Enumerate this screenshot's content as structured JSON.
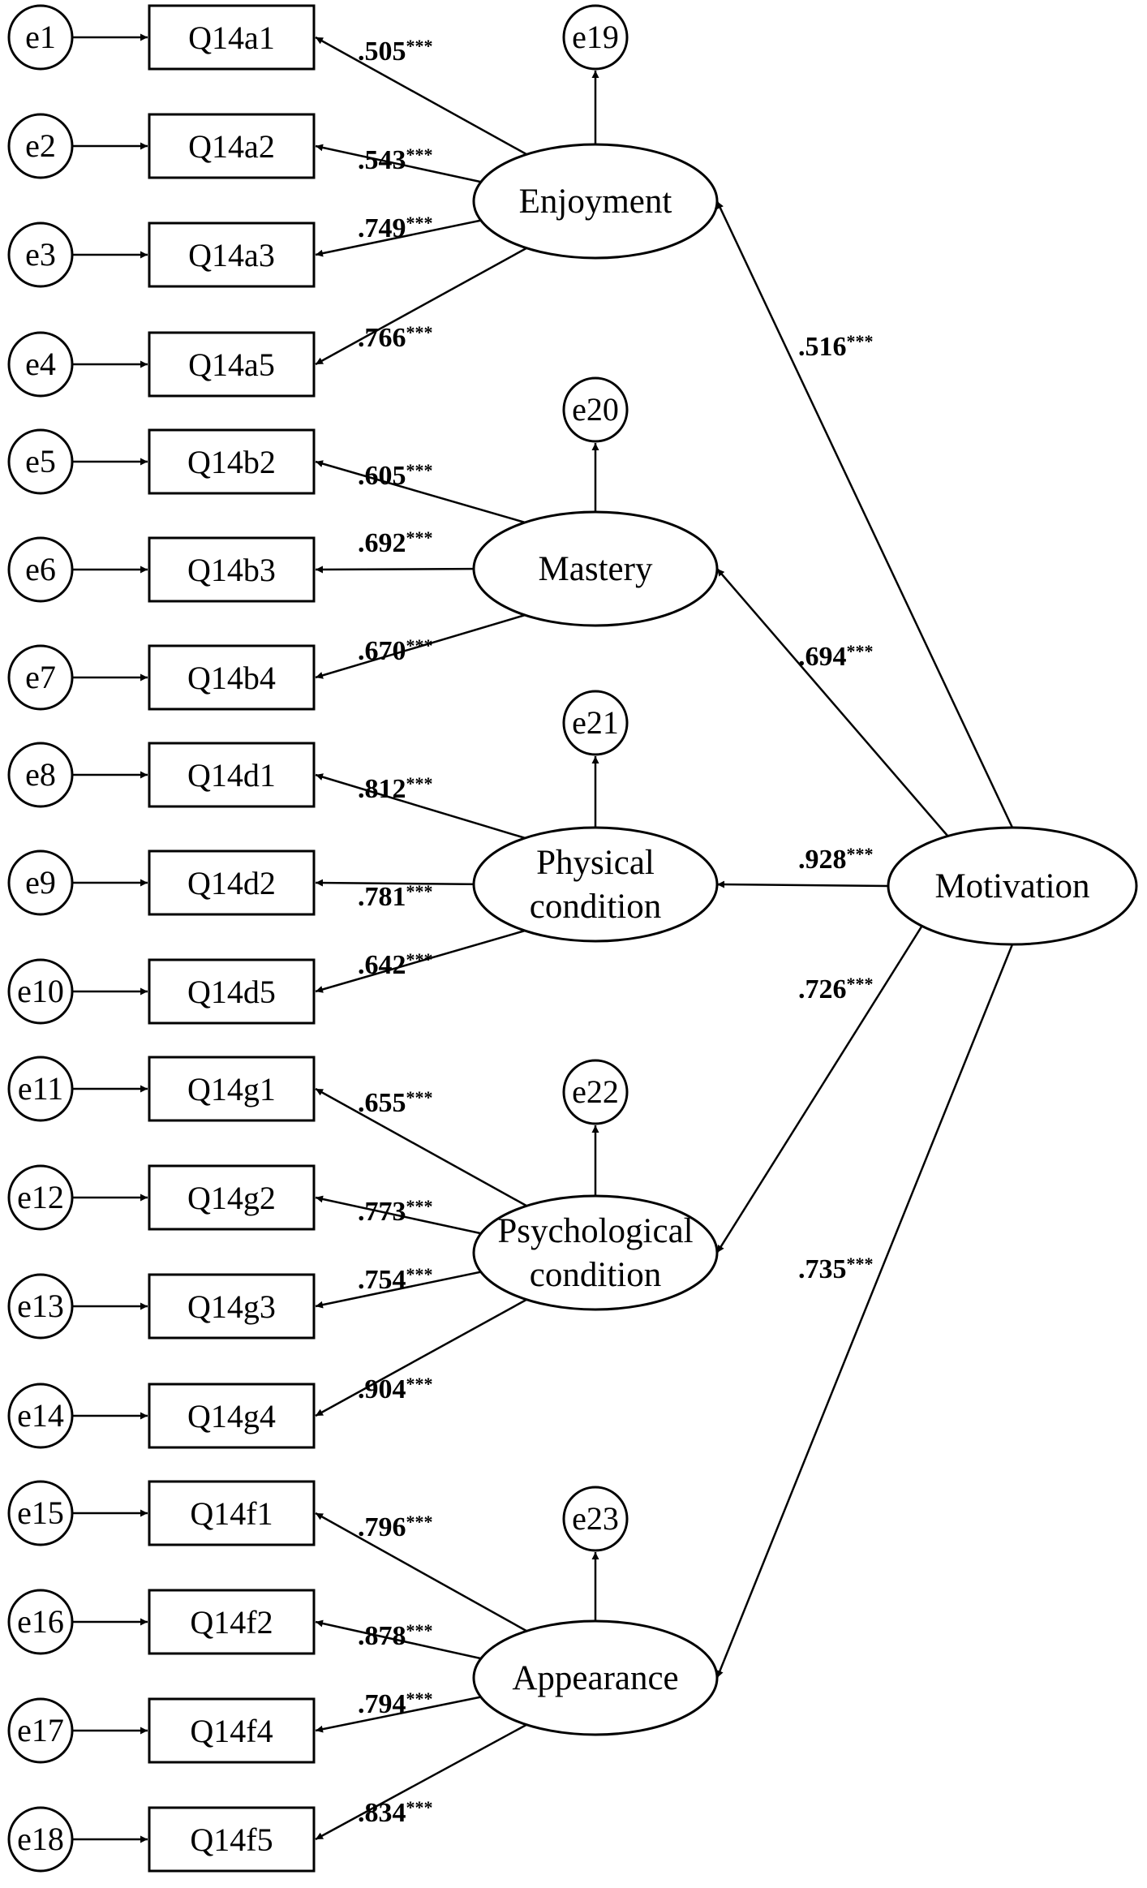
{
  "diagram": {
    "latents": [
      {
        "id": "Enjoyment",
        "lines": [
          "Enjoyment"
        ]
      },
      {
        "id": "Mastery",
        "lines": [
          "Mastery"
        ]
      },
      {
        "id": "Physical",
        "lines": [
          "Physical",
          "condition"
        ]
      },
      {
        "id": "Psychological",
        "lines": [
          "Psychological",
          "condition"
        ]
      },
      {
        "id": "Appearance",
        "lines": [
          "Appearance"
        ]
      },
      {
        "id": "Motivation",
        "lines": [
          "Motivation"
        ]
      }
    ],
    "items": [
      {
        "error": "e1",
        "label": "Q14a1",
        "factor": "Enjoyment",
        "coef": ".505",
        "sig": "***"
      },
      {
        "error": "e2",
        "label": "Q14a2",
        "factor": "Enjoyment",
        "coef": ".543",
        "sig": "***"
      },
      {
        "error": "e3",
        "label": "Q14a3",
        "factor": "Enjoyment",
        "coef": ".749",
        "sig": "***"
      },
      {
        "error": "e4",
        "label": "Q14a5",
        "factor": "Enjoyment",
        "coef": ".766",
        "sig": "***"
      },
      {
        "error": "e5",
        "label": "Q14b2",
        "factor": "Mastery",
        "coef": ".605",
        "sig": "***"
      },
      {
        "error": "e6",
        "label": "Q14b3",
        "factor": "Mastery",
        "coef": ".692",
        "sig": "***"
      },
      {
        "error": "e7",
        "label": "Q14b4",
        "factor": "Mastery",
        "coef": ".670",
        "sig": "***"
      },
      {
        "error": "e8",
        "label": "Q14d1",
        "factor": "Physical",
        "coef": ".812",
        "sig": "***"
      },
      {
        "error": "e9",
        "label": "Q14d2",
        "factor": "Physical",
        "coef": ".781",
        "sig": "***"
      },
      {
        "error": "e10",
        "label": "Q14d5",
        "factor": "Physical",
        "coef": ".642",
        "sig": "***"
      },
      {
        "error": "e11",
        "label": "Q14g1",
        "factor": "Psychological",
        "coef": ".655",
        "sig": "***"
      },
      {
        "error": "e12",
        "label": "Q14g2",
        "factor": "Psychological",
        "coef": ".773",
        "sig": "***"
      },
      {
        "error": "e13",
        "label": "Q14g3",
        "factor": "Psychological",
        "coef": ".754",
        "sig": "***"
      },
      {
        "error": "e14",
        "label": "Q14g4",
        "factor": "Psychological",
        "coef": ".904",
        "sig": "***"
      },
      {
        "error": "e15",
        "label": "Q14f1",
        "factor": "Appearance",
        "coef": ".796",
        "sig": "***"
      },
      {
        "error": "e16",
        "label": "Q14f2",
        "factor": "Appearance",
        "coef": ".878",
        "sig": "***"
      },
      {
        "error": "e17",
        "label": "Q14f4",
        "factor": "Appearance",
        "coef": ".794",
        "sig": "***"
      },
      {
        "error": "e18",
        "label": "Q14f5",
        "factor": "Appearance",
        "coef": ".834",
        "sig": "***"
      }
    ],
    "factor_errors": [
      {
        "label": "e19",
        "factor": "Enjoyment"
      },
      {
        "label": "e20",
        "factor": "Mastery"
      },
      {
        "label": "e21",
        "factor": "Physical"
      },
      {
        "label": "e22",
        "factor": "Psychological"
      },
      {
        "label": "e23",
        "factor": "Appearance"
      }
    ],
    "structural": [
      {
        "from": "Motivation",
        "to": "Enjoyment",
        "coef": ".516",
        "sig": "***"
      },
      {
        "from": "Motivation",
        "to": "Mastery",
        "coef": ".694",
        "sig": "***"
      },
      {
        "from": "Motivation",
        "to": "Physical",
        "coef": ".928",
        "sig": "***"
      },
      {
        "from": "Motivation",
        "to": "Psychological",
        "coef": ".726",
        "sig": "***"
      },
      {
        "from": "Motivation",
        "to": "Appearance",
        "coef": ".735",
        "sig": "***"
      }
    ]
  }
}
